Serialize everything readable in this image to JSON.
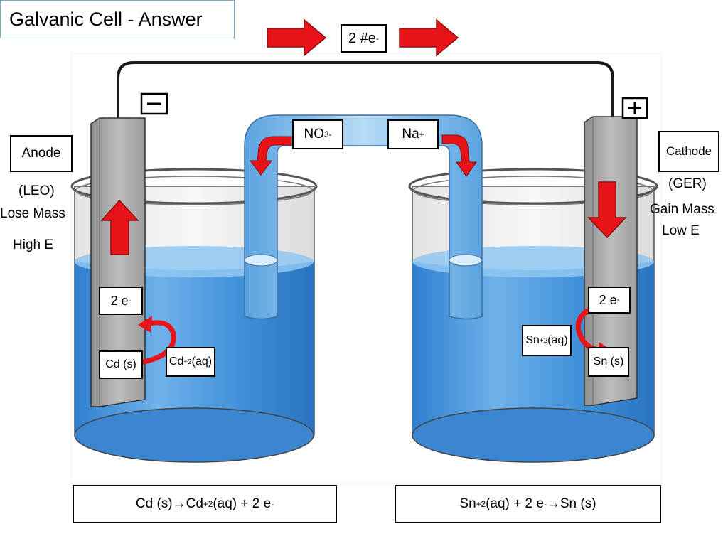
{
  "title": "Galvanic Cell - Answer",
  "electron_flow_label": "2 #e",
  "electron_flow_sup": "-",
  "anode": {
    "terminal_sign": "−",
    "label": "Anode",
    "mnemonic": "(LEO)",
    "mass_change": "Lose Mass",
    "energy": "High E",
    "electrons_label": "2 e",
    "electrons_sup": "-",
    "solid_label": "Cd (s)",
    "ion_label": "Cd",
    "ion_sup": "+2",
    "ion_state": " (aq)",
    "half_reaction": {
      "left": "Cd (s) ",
      "arrow": "→",
      "product": " Cd",
      "product_sup": "+2",
      "rest": " (aq) + 2 e",
      "rest_sup": "-"
    }
  },
  "cathode": {
    "terminal_sign": "+",
    "label": "Cathode",
    "mnemonic": "(GER)",
    "mass_change": "Gain Mass",
    "energy": "Low E",
    "electrons_label": "2 e",
    "electrons_sup": "-",
    "solid_label": "Sn (s)",
    "ion_label": "Sn",
    "ion_sup": "+2",
    "ion_state": " (aq)",
    "half_reaction": {
      "reactant": "Sn",
      "reactant_sup": "+2",
      "middle": " (aq) + 2 e",
      "middle_sup": "-",
      "arrow": "→",
      "right": " Sn (s)"
    }
  },
  "salt_bridge": {
    "anion": "NO",
    "anion_sub": "3",
    "anion_sup": "-",
    "cation": "Na",
    "cation_sup": "+"
  },
  "colors": {
    "arrow_red": "#e8141a",
    "solution_blue": "#3a8fd6",
    "electrode_gray": "#9a9a9a",
    "title_border": "#7aa6c8"
  }
}
